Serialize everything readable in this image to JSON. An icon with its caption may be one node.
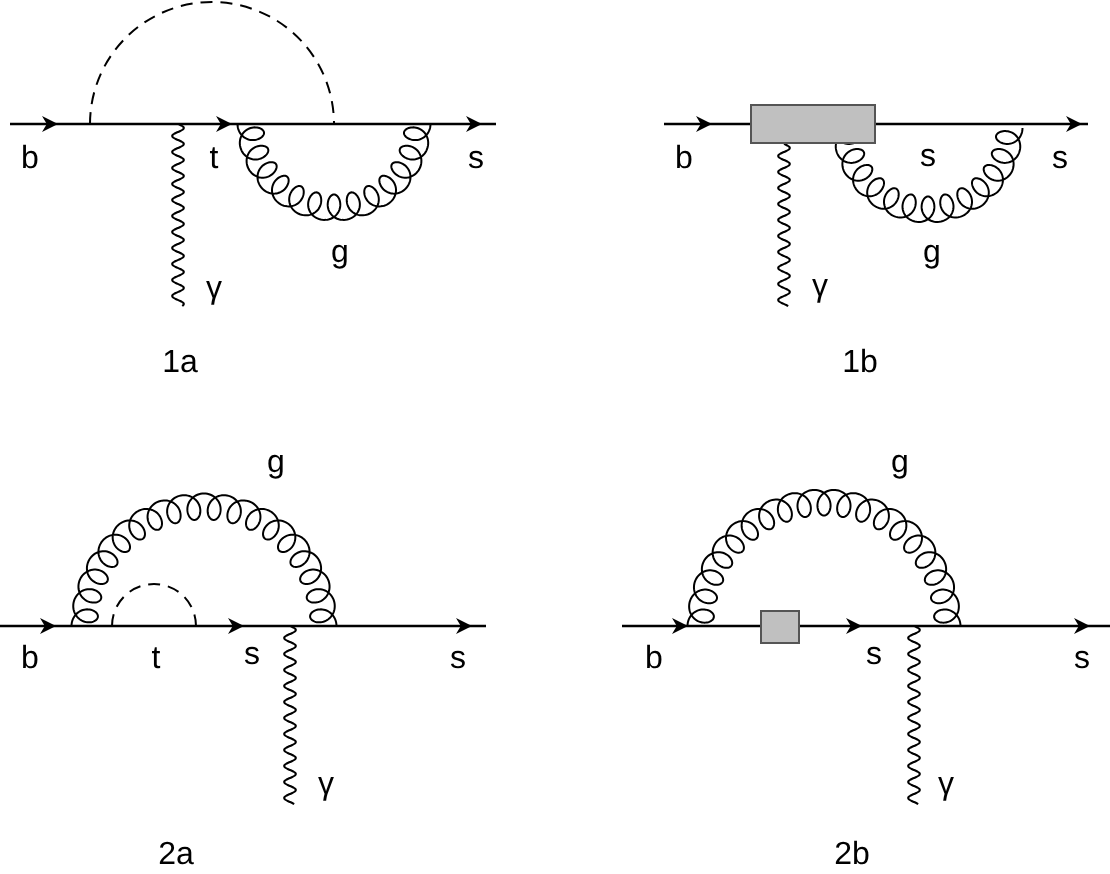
{
  "diagram": {
    "nodes": [
      {
        "text": [],
        "shape": "box"
      },
      {
        "text": [],
        "shape": "box"
      }
    ],
    "labels": [
      "b",
      "t",
      "s",
      "g",
      "γ",
      "1a",
      "b",
      "s",
      "s",
      "g",
      "γ",
      "1b",
      "g",
      "b",
      "t",
      "s",
      "s",
      "γ",
      "2a",
      "g",
      "b",
      "s",
      "s",
      "γ",
      "2b"
    ]
  }
}
